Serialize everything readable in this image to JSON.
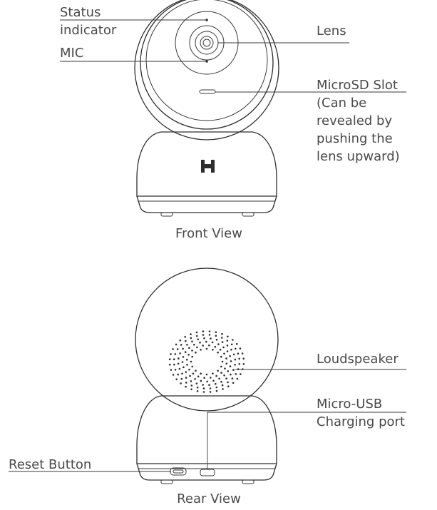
{
  "front_view": {
    "caption": "Front View",
    "labels": {
      "status_indicator": [
        "Status",
        "indicator"
      ],
      "mic": "MIC",
      "lens": "Lens",
      "microsd_slot": [
        "MicroSD Slot",
        "(Can be",
        "revealed by",
        "pushing the",
        "lens upward)"
      ]
    },
    "logo": "H"
  },
  "rear_view": {
    "caption": "Rear View",
    "labels": {
      "loudspeaker": "Loudspeaker",
      "micro_usb": [
        "Micro-USB",
        "Charging port"
      ],
      "reset_button": "Reset Button"
    }
  },
  "colors": {
    "line": "#2e2e2e",
    "text": "#4a4a4a",
    "background": "#ffffff"
  }
}
